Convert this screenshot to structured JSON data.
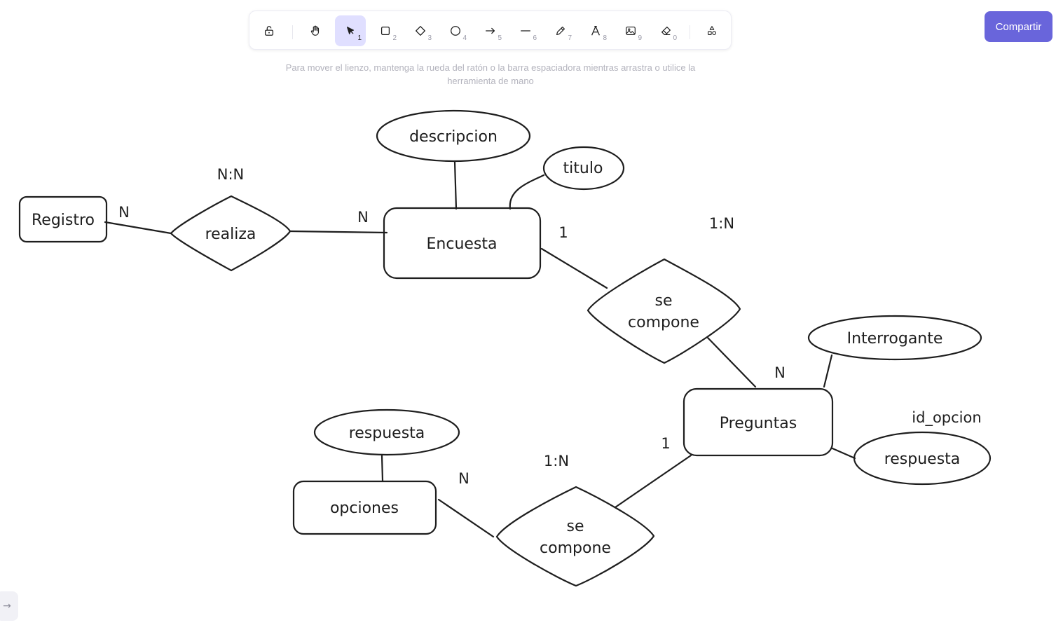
{
  "toolbar": {
    "tools": [
      {
        "name": "lock",
        "key": ""
      },
      {
        "name": "hand",
        "key": ""
      },
      {
        "name": "selection",
        "key": "1"
      },
      {
        "name": "rectangle",
        "key": "2"
      },
      {
        "name": "diamond",
        "key": "3"
      },
      {
        "name": "ellipse",
        "key": "4"
      },
      {
        "name": "arrow",
        "key": "5"
      },
      {
        "name": "line",
        "key": "6"
      },
      {
        "name": "draw",
        "key": "7"
      },
      {
        "name": "text",
        "key": "8"
      },
      {
        "name": "image",
        "key": "9"
      },
      {
        "name": "eraser",
        "key": "0"
      },
      {
        "name": "more-shapes",
        "key": ""
      }
    ],
    "active_tool": "selection",
    "accent_color": "#6965db"
  },
  "share_button": {
    "label": "Compartir"
  },
  "hint": {
    "text": "Para mover el lienzo, mantenga la rueda del ratón o la barra espaciadora mientras arrastra o utilice la herramienta de mano"
  },
  "diagram": {
    "entities": {
      "registro": "Registro",
      "encuesta": "Encuesta",
      "preguntas": "Preguntas",
      "opciones": "opciones"
    },
    "relationships": {
      "realiza": "realiza",
      "se_compone_1": [
        "se",
        "compone"
      ],
      "se_compone_2": [
        "se",
        "compone"
      ]
    },
    "attributes": {
      "descripcion": "descripcion",
      "titulo": "titulo",
      "interrogante": "Interrogante",
      "respuesta_preguntas": "respuesta",
      "respuesta_opciones": "respuesta"
    },
    "labels": {
      "nn": "N:N",
      "n_registro": "N",
      "n_encuesta": "N",
      "one_encuesta": "1",
      "one_n_top": "1:N",
      "n_preguntas": "N",
      "id_opcion": "id_opcion",
      "one_preguntas": "1",
      "one_n_bottom": "1:N",
      "n_opciones": "N"
    },
    "stroke_color": "#1e1e1e"
  }
}
